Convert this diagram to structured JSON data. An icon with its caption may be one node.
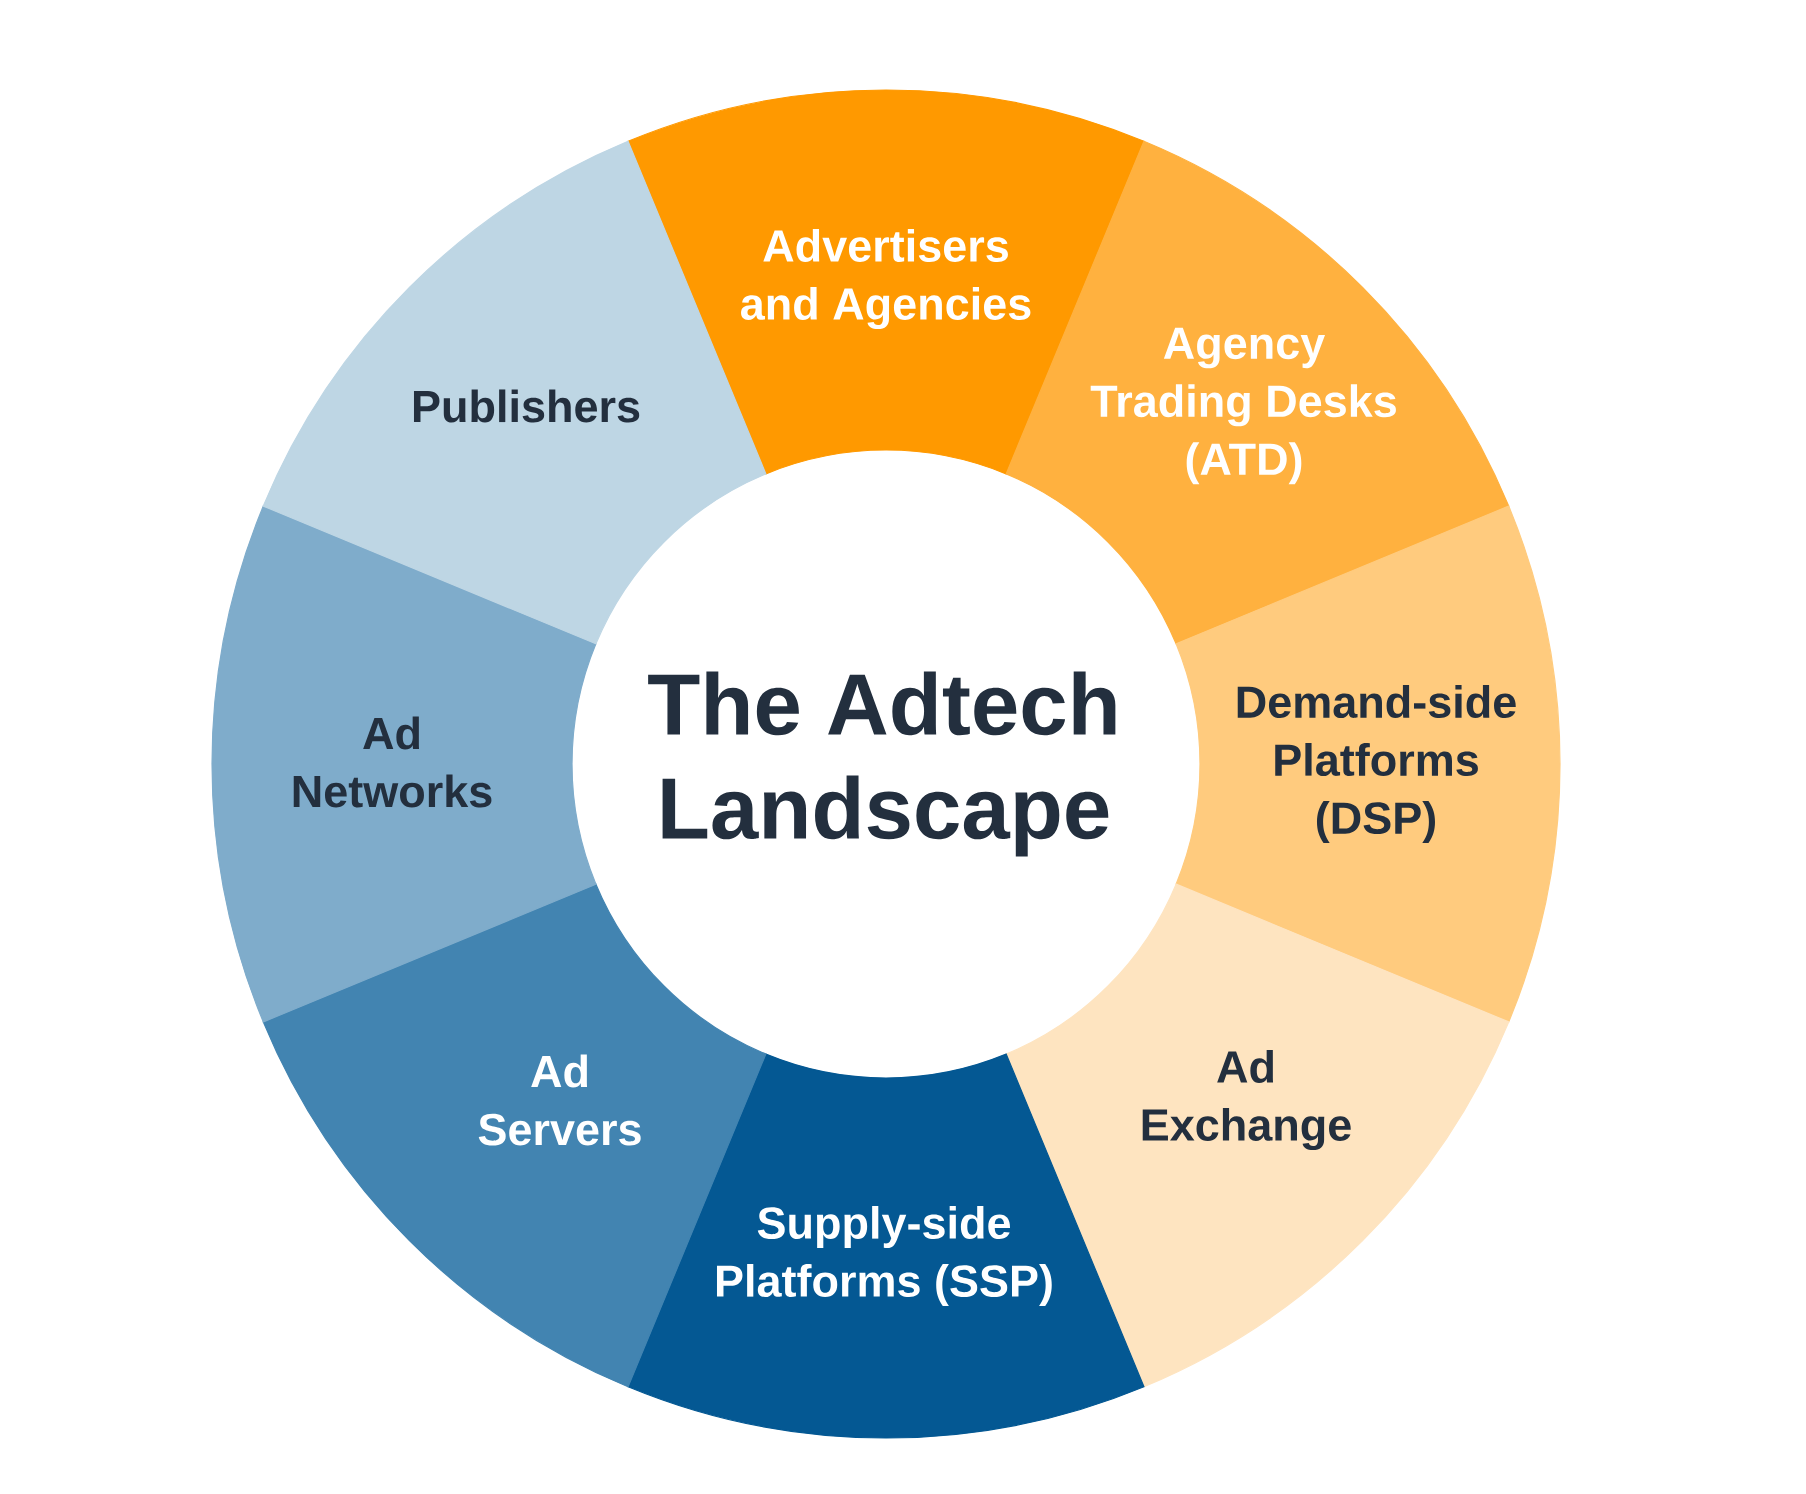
{
  "diagram": {
    "title": "The Adtech Landscape",
    "nodes": [
      {
        "text": [
          "Advertisers and Agencies"
        ]
      },
      {
        "text": [
          "Agency Trading Desks (ATD)"
        ]
      },
      {
        "text": [
          "Demand-side Platforms (DSP)"
        ]
      },
      {
        "text": [
          "Ad Exchange"
        ]
      },
      {
        "text": [
          "Supply-side Platforms (SSP)"
        ]
      },
      {
        "text": [
          "Ad Servers"
        ]
      },
      {
        "text": [
          "Ad Networks"
        ]
      },
      {
        "text": [
          "Publishers"
        ]
      }
    ]
  }
}
